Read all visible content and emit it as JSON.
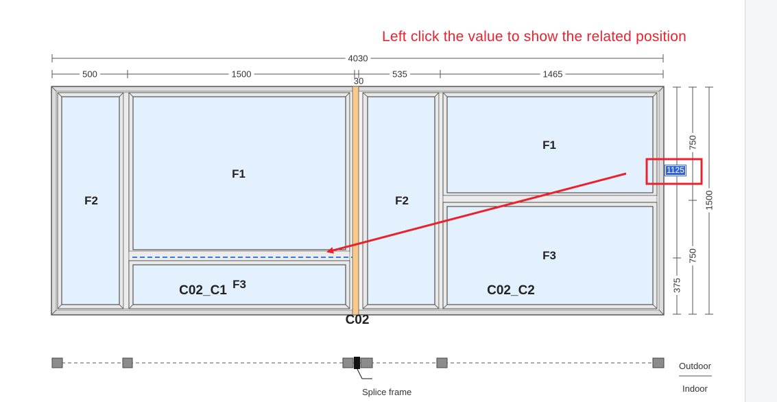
{
  "hint": "Left click the value to show the related position",
  "dimensions": {
    "total_width": "4030",
    "widths": [
      "500",
      "1500",
      "535",
      "1465"
    ],
    "splice_gap": "30",
    "right_outer": "1500",
    "right_inner_top": "750",
    "right_inner_bottom": "750",
    "right_sub": "375",
    "selected_value": "1125"
  },
  "panels": {
    "left_f2": "F2",
    "left_f1": "F1",
    "left_f3": "F3",
    "right_f2": "F2",
    "right_f1": "F1",
    "right_f3": "F3"
  },
  "frames": {
    "left_name": "C02_C1",
    "right_name": "C02_C2",
    "combined_name": "C02"
  },
  "legend": {
    "outdoor": "Outdoor",
    "indoor": "Indoor",
    "splice_frame": "Splice frame"
  },
  "colors": {
    "glass": "#e2f1fd",
    "frame": "#e8e8e8",
    "splice": "#f7c98b",
    "highlight": "#e8232e",
    "selection": "#2f64d6"
  }
}
